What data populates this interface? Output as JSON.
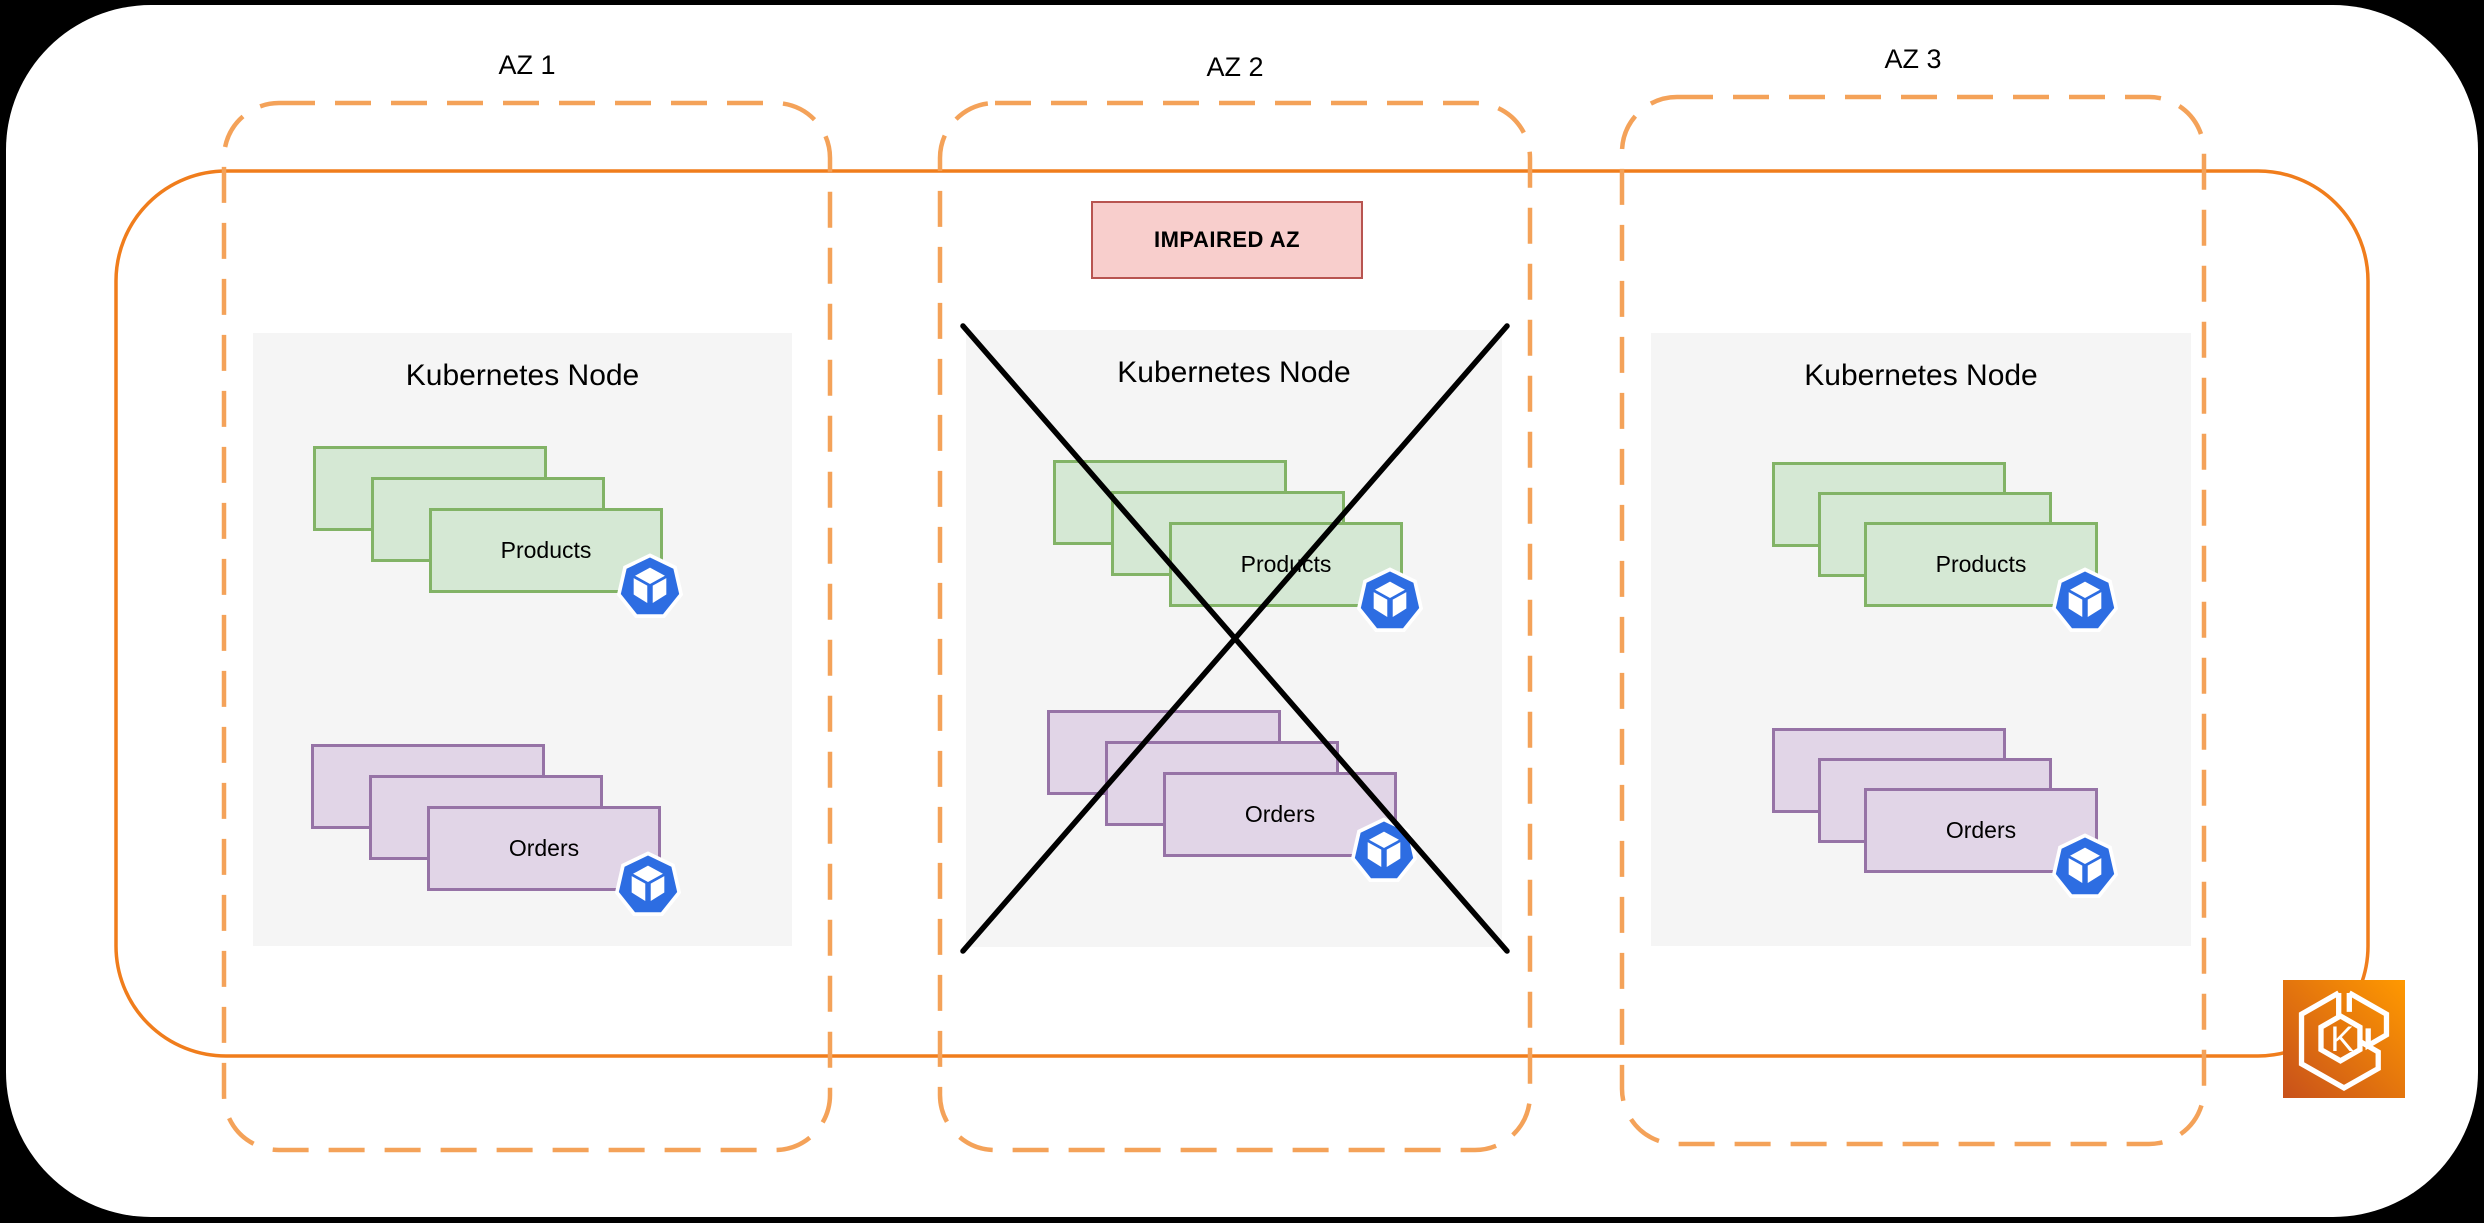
{
  "diagram": {
    "impaired_badge_label": "IMPAIRED AZ",
    "eks_icon_letter": "K",
    "zones": [
      {
        "label": "AZ 1",
        "status": "healthy",
        "node": {
          "title": "Kubernetes Node",
          "workloads": [
            {
              "name": "Products",
              "replicas": 3
            },
            {
              "name": "Orders",
              "replicas": 3
            }
          ]
        }
      },
      {
        "label": "AZ 2",
        "status": "impaired",
        "node": {
          "title": "Kubernetes Node",
          "workloads": [
            {
              "name": "Products",
              "replicas": 3
            },
            {
              "name": "Orders",
              "replicas": 3
            }
          ]
        }
      },
      {
        "label": "AZ 3",
        "status": "healthy",
        "node": {
          "title": "Kubernetes Node",
          "workloads": [
            {
              "name": "Products",
              "replicas": 3
            },
            {
              "name": "Orders",
              "replicas": 3
            }
          ]
        }
      }
    ],
    "colors": {
      "cluster_border": "#F07D1C",
      "az_border": "#F4A259",
      "impaired_fill": "#F8CECC",
      "impaired_border": "#B85450",
      "products_fill": "#D5E8D4",
      "products_border": "#82B366",
      "orders_fill": "#E1D5E7",
      "orders_border": "#9673A6",
      "pod_blue": "#2D6DE2",
      "node_fill": "#F5F5F5",
      "cross": "#000000"
    }
  }
}
